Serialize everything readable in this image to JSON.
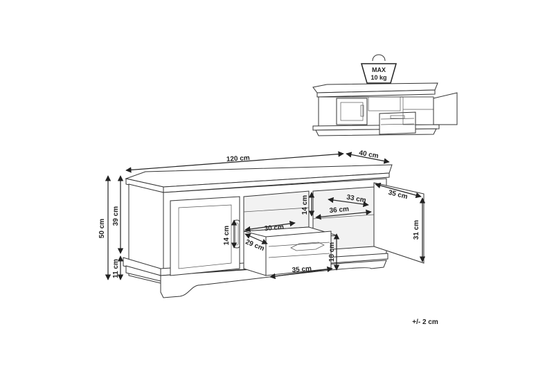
{
  "load": {
    "line1": "MAX",
    "line2": "10 kg"
  },
  "dimensions": {
    "width": "120 cm",
    "depth": "40 cm",
    "height_total": "50 cm",
    "height_body": "39 cm",
    "height_base": "11 cm",
    "handle": "14 cm",
    "drawer_front_width": "30 cm",
    "drawer_depth": "29 cm",
    "drawer_width": "35 cm",
    "drawer_height": "18 cm",
    "shelf_clearance": "14 cm",
    "shelf_depth": "33 cm",
    "shelf_width": "36 cm",
    "door_width": "35 cm",
    "door_height": "31 cm"
  },
  "tolerance": "+/- 2 cm"
}
